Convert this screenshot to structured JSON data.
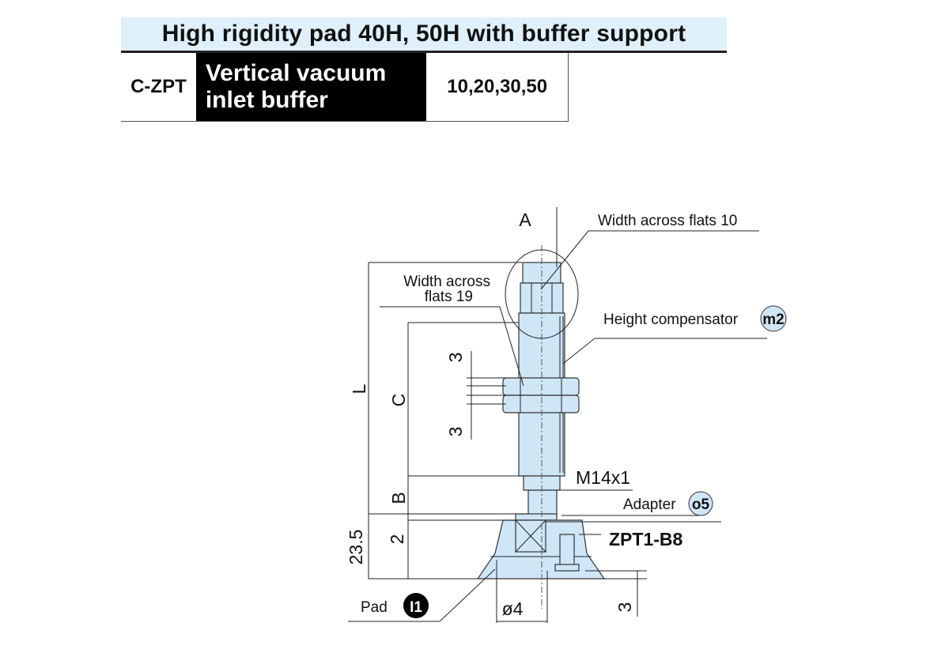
{
  "header": {
    "title": "High rigidity pad 40H, 50H with buffer support"
  },
  "spec": {
    "code": "C-ZPT",
    "name_line1": "Vertical vacuum",
    "name_line2": "inlet buffer",
    "strokes": "10,20,30,50"
  },
  "drawing": {
    "dim_a": "A",
    "flats10": "Width across flats 10",
    "flats19_line1": "Width across",
    "flats19_line2": "flats 19",
    "height_comp": "Height compensator",
    "height_comp_code": "m2",
    "dim_l": "L",
    "dim_c": "C",
    "dim_3_top": "3",
    "dim_3_bottom": "3",
    "thread": "M14x1",
    "dim_b": "B",
    "adapter": "Adapter",
    "adapter_code": "o5",
    "dim_235": "23.5",
    "dim_2": "2",
    "adapter_model": "ZPT1-B8",
    "pad": "Pad",
    "pad_code": "I1",
    "dim_dia": "ø4",
    "dim_3_right": "3"
  },
  "colors": {
    "part_fill": "#cfe6f7",
    "title_bg": "#dff0fa",
    "name_bg": "#000000"
  }
}
